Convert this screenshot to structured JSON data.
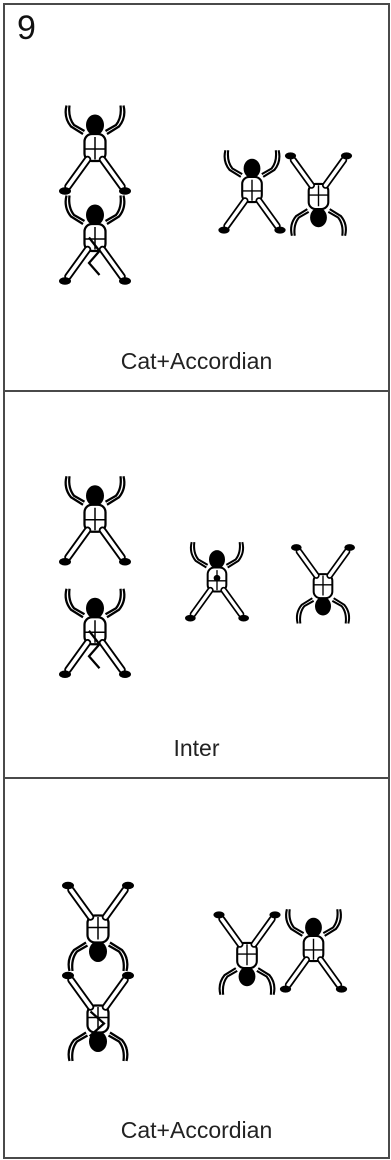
{
  "sequence_number": "9",
  "panels": [
    {
      "caption": "Cat+Accordian"
    },
    {
      "caption": "Inter"
    },
    {
      "caption": "Cat+Accordian"
    }
  ]
}
